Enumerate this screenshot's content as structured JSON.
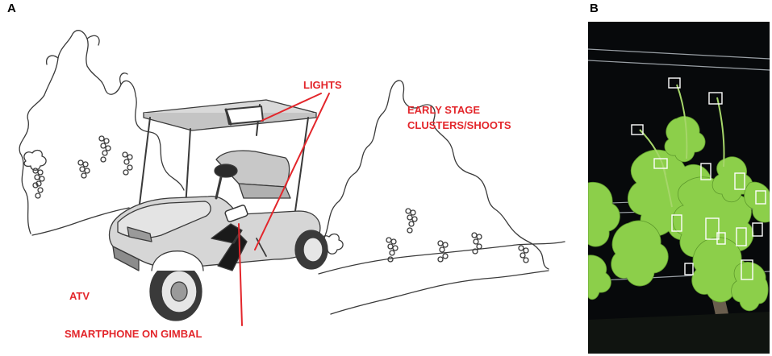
{
  "panels": {
    "a": {
      "letter": "A"
    },
    "b": {
      "letter": "B"
    }
  },
  "labels": {
    "lights": "LIGHTS",
    "early_stage_line1": "EARLY STAGE",
    "early_stage_line2": "CLUSTERS/SHOOTS",
    "atv": "ATV",
    "smartphone": "SMARTPHONE ON GIMBAL"
  },
  "colors": {
    "label_red": "#e3262b",
    "sketch_line": "#3a3a3a",
    "photo_background": "#07090b",
    "leaf_green": "#8ccf4a",
    "box_white": "#ffffff"
  },
  "photo": {
    "detection_box_count": 14
  }
}
